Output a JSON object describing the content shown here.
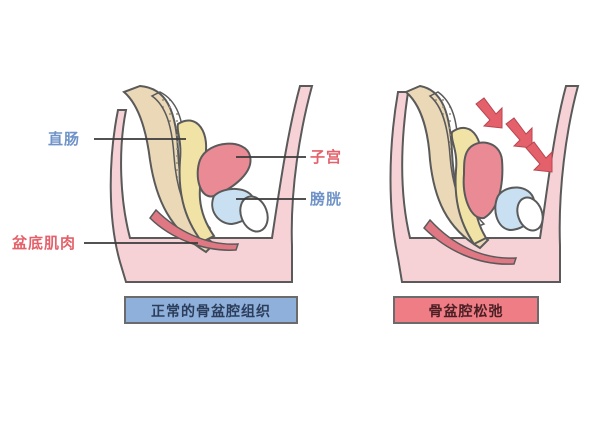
{
  "labels": {
    "rectum": "直肠",
    "uterus": "子宫",
    "bladder": "膀胱",
    "pelvic_floor": "盆底肌肉"
  },
  "captions": {
    "normal": "正常的骨盆腔组织",
    "relaxed": "骨盆腔松弛"
  },
  "colors": {
    "blue_label": "#6f93c8",
    "red_label": "#e4606a",
    "normal_caption_bg": "#8fb0da",
    "relaxed_caption_bg": "#ef7d85",
    "skin": "#f6d2d6",
    "spine": "#ead8b6",
    "rectum": "#f1e2a6",
    "uterus": "#e98a95",
    "bladder": "#c8e0f2",
    "arrow": "#e4606a"
  },
  "icons": [
    "down-right-arrow-icon"
  ]
}
